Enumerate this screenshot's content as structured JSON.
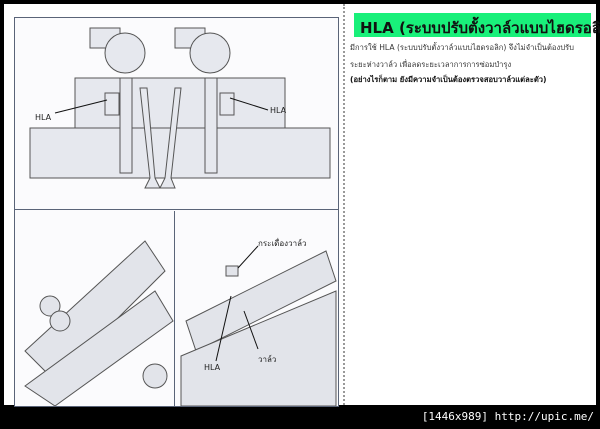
{
  "figure": {
    "top_labels": {
      "left": "HLA",
      "right": "HLA"
    },
    "bottom_right_labels": {
      "rocker": "กระเดื่องวาล์ว",
      "hla": "HLA",
      "valve": "วาล์ว"
    }
  },
  "heading": "HLA (ระบบปรับตั้งวาล์วแบบไฮดรอลิก)",
  "body": {
    "line1": "มีการใช้ HLA (ระบบปรับตั้งวาล์วแบบไฮดรอลิก) จึงไม่จำเป็นต้องปรับ",
    "line2": "ระยะห่างวาล์ว เพื่อลดระยะเวลาการการซ่อมบำรุง",
    "line3": "(อย่างไรก็ตาม ยังมีความจำเป็นต้องตรวจสอบวาล์วแต่ละตัว)"
  },
  "highlight_color": "#19f07a",
  "footer": "[1446x989] http://upic.me/"
}
